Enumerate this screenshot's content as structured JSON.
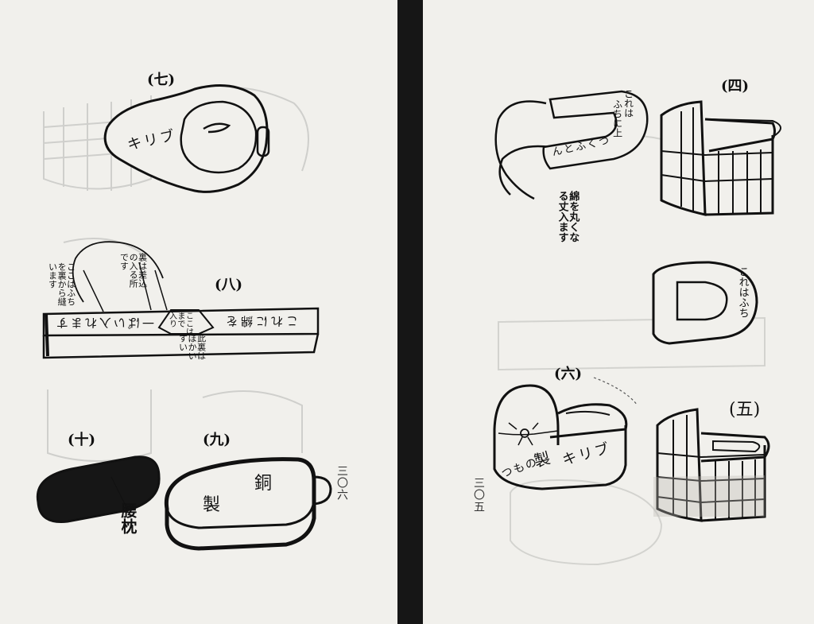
{
  "left_page": {
    "page_number": "三〇六",
    "fig7": {
      "label": "(七)",
      "text": "キリブ"
    },
    "fig8": {
      "label": "(八)",
      "band_text": "これに綿を",
      "band_text_2": "一ぱい入れます",
      "note_left": "ここはふち\nを裏から縫\nいます",
      "note_mid": "裏は差込\nの入る所\nです",
      "note_tri": "ここは\nまで\n入り",
      "note_below": "此裏は\nぼかい\nすい"
    },
    "fig9": {
      "label": "(九)",
      "text_1": "銅",
      "text_2": "製"
    },
    "fig10": {
      "label": "(十)",
      "caption": "腰枕"
    }
  },
  "right_page": {
    "page_number": "三〇五",
    "strap": {
      "text_1": "これは",
      "text_2": "ふちに上",
      "text_3": "んとふくつ",
      "note": "綿を丸くな\nる丈入ます"
    },
    "fig4": {
      "label": "(四)"
    },
    "d_shape": {
      "text": "これはふち"
    },
    "fig6": {
      "label": "(六)",
      "text_1": "製",
      "text_2": "キリブ",
      "text_3": "つもの"
    },
    "fig5": {
      "label": "(五)"
    }
  },
  "colors": {
    "paper": "#f1f0ec",
    "ink": "#111111",
    "gutter": "#161616"
  }
}
